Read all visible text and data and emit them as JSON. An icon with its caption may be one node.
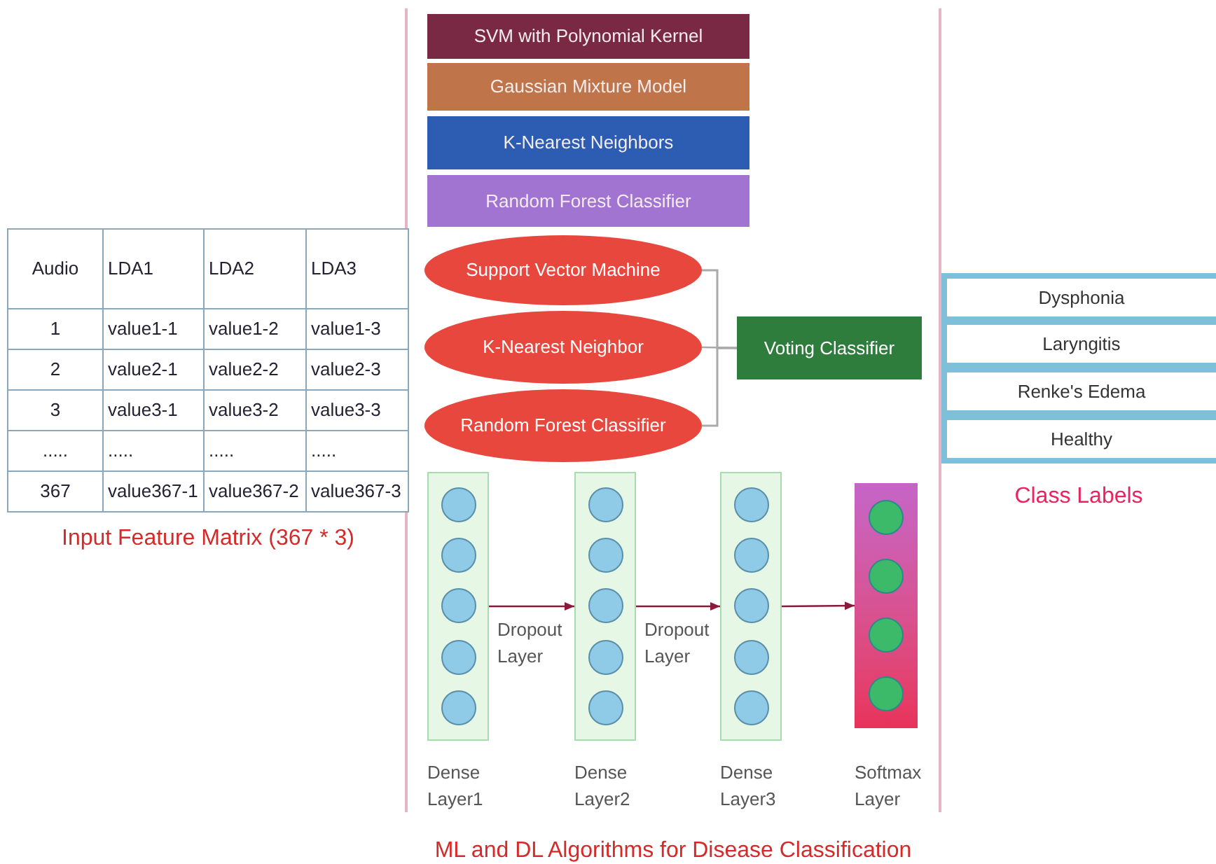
{
  "diagram": {
    "caption": "ML and DL Algorithms for Disease Classification",
    "nodes": [
      {
        "text": [
          "SVM with Polynomial Kernel"
        ]
      },
      {
        "text": [
          "Gaussian Mixture Model"
        ]
      },
      {
        "text": [
          "K-Nearest Neighbors"
        ]
      },
      {
        "text": [
          "Random Forest Classifier"
        ]
      },
      {
        "text": [
          "Support Vector Machine"
        ]
      },
      {
        "text": [
          "K-Nearest Neighbor"
        ]
      },
      {
        "text": [
          "Random Forest Classifier"
        ]
      },
      {
        "text": [
          "Voting Classifier"
        ]
      },
      {
        "text": [
          "Dense Layer1"
        ]
      },
      {
        "text": [
          "Dense Layer2"
        ]
      },
      {
        "text": [
          "Dense Layer3"
        ]
      },
      {
        "text": [
          "Softmax Layer"
        ]
      },
      {
        "text": [
          "Class Labels"
        ]
      },
      {
        "text": [
          "Dysphonia"
        ],
        "in": 12
      },
      {
        "text": [
          "Laryngitis"
        ],
        "in": 12
      },
      {
        "text": [
          "Renke's Edema"
        ],
        "in": 12
      },
      {
        "text": [
          "Healthy"
        ],
        "in": 12
      }
    ],
    "edges": [
      {
        "from": 4,
        "to": 7,
        "arrow": "none",
        "color": "#aaaaaa"
      },
      {
        "from": 5,
        "to": 7,
        "arrow": "none",
        "color": "#aaaaaa"
      },
      {
        "from": 6,
        "to": 7,
        "arrow": "none",
        "color": "#aaaaaa"
      },
      {
        "from": 8,
        "to": 9,
        "arrow": "to",
        "label": "Dropout Layer",
        "color": "#8b1a3a"
      },
      {
        "from": 9,
        "to": 10,
        "arrow": "to",
        "label": "Dropout Layer",
        "color": "#8b1a3a"
      },
      {
        "from": 10,
        "to": 11,
        "arrow": "to",
        "color": "#8b1a3a"
      }
    ],
    "labels": [
      "Audio",
      "LDA1",
      "LDA2",
      "LDA3",
      "1",
      "value1-1",
      "value1-2",
      "value1-3",
      "2",
      "value2-1",
      "value2-2",
      "value2-3",
      "3",
      "value3-1",
      "value3-2",
      "value3-3",
      ".....",
      ".....",
      ".....",
      ".....",
      "367",
      "value367-1",
      "value367-2",
      "value367-3",
      "Input Feature Matrix (367 * 3)"
    ]
  }
}
